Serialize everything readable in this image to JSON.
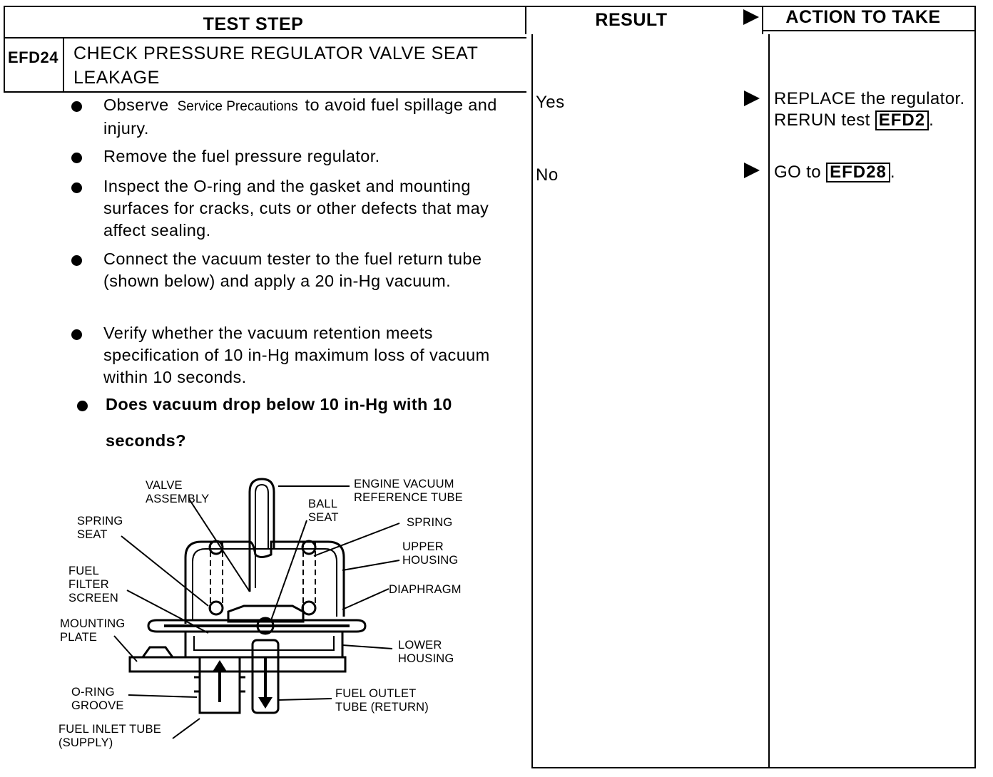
{
  "headers": {
    "test_step": "TEST STEP",
    "result": "RESULT",
    "action": "ACTION TO TAKE"
  },
  "test": {
    "code": "EFD24",
    "title_line1": "CHECK PRESSURE REGULATOR VALVE SEAT",
    "title_line2": "LEAKAGE"
  },
  "steps": {
    "s1_pre": "Observe",
    "s1_link": "Service Precautions",
    "s1_post": "to avoid fuel spillage and injury.",
    "s2": "Remove the fuel pressure regulator.",
    "s3": "Inspect the O-ring and the gasket and mounting surfaces for cracks, cuts or other defects that may affect sealing.",
    "s4": "Connect the vacuum tester to the fuel return tube (shown below) and apply a 20 in-Hg vacuum.",
    "s5": "Verify whether the vacuum retention meets specification of 10 in-Hg maximum loss of vacuum within 10 seconds.",
    "s6_line1": "Does vacuum drop below 10 in-Hg with 10",
    "s6_line2": "seconds?"
  },
  "results": [
    {
      "result": "Yes",
      "action_pre": "REPLACE the regulator. RERUN test",
      "action_ref": "EFD2",
      "action_post": "."
    },
    {
      "result": "No",
      "action_pre": "GO to",
      "action_ref": "EFD28",
      "action_post": "."
    }
  ],
  "diagram_labels": {
    "valve_assembly": "VALVE\nASSEMBLY",
    "engine_vacuum": "ENGINE VACUUM\nREFERENCE TUBE",
    "ball_seat": "BALL\nSEAT",
    "spring_seat": "SPRING\nSEAT",
    "spring": "SPRING",
    "upper_housing": "UPPER\nHOUSING",
    "fuel_filter": "FUEL\nFILTER\nSCREEN",
    "diaphragm": "DIAPHRAGM",
    "mounting_plate": "MOUNTING\nPLATE",
    "lower_housing": "LOWER\nHOUSING",
    "o_ring_groove": "O-RING\nGROOVE",
    "fuel_outlet": "FUEL OUTLET\nTUBE (RETURN)",
    "fuel_inlet": "FUEL INLET TUBE\n(SUPPLY)"
  }
}
